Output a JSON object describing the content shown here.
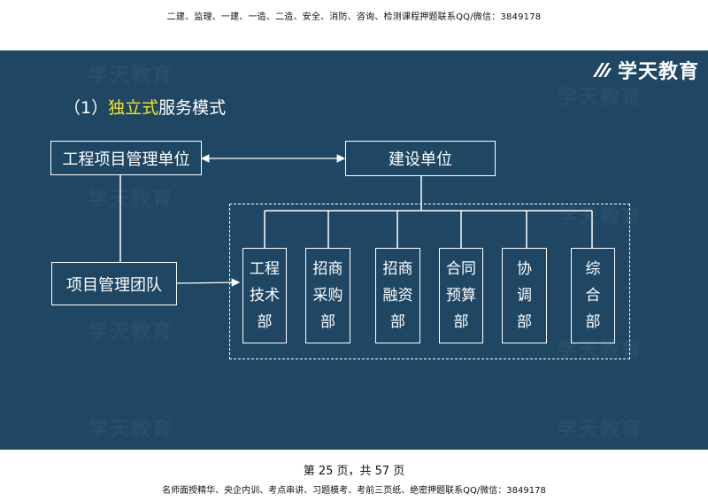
{
  "header_note": "二建、监理、一建、一造、二造、安全、消防、咨询、检测课程押题联系QQ/微信：3849178",
  "logo": {
    "text": "学天教育",
    "icon": "brand-slash-icon",
    "color": "#ffffff"
  },
  "watermark": "学天教育",
  "heading": {
    "prefix": "（1）",
    "highlight": "独立式",
    "suffix": "服务模式",
    "highlight_color": "#f5e61c"
  },
  "nodes": {
    "pm_unit": "工程项目管理单位",
    "owner": "建设单位",
    "pm_team": "项目管理团队"
  },
  "departments": [
    [
      "工程",
      "技术",
      "部"
    ],
    [
      "招商",
      "采购",
      "部"
    ],
    [
      "招商",
      "融资",
      "部"
    ],
    [
      "合同",
      "预算",
      "部"
    ],
    [
      "协",
      "调",
      "部"
    ],
    [
      "综",
      "合",
      "部"
    ]
  ],
  "footer": {
    "page": "第 25 页，共 57 页",
    "note": "名师面授精华、央企内训、考点串讲、习题模考、考前三页纸、绝密押题联系QQ/微信：3849178"
  },
  "colors": {
    "slide_bg": "#1f4763",
    "line": "#ffffff"
  }
}
